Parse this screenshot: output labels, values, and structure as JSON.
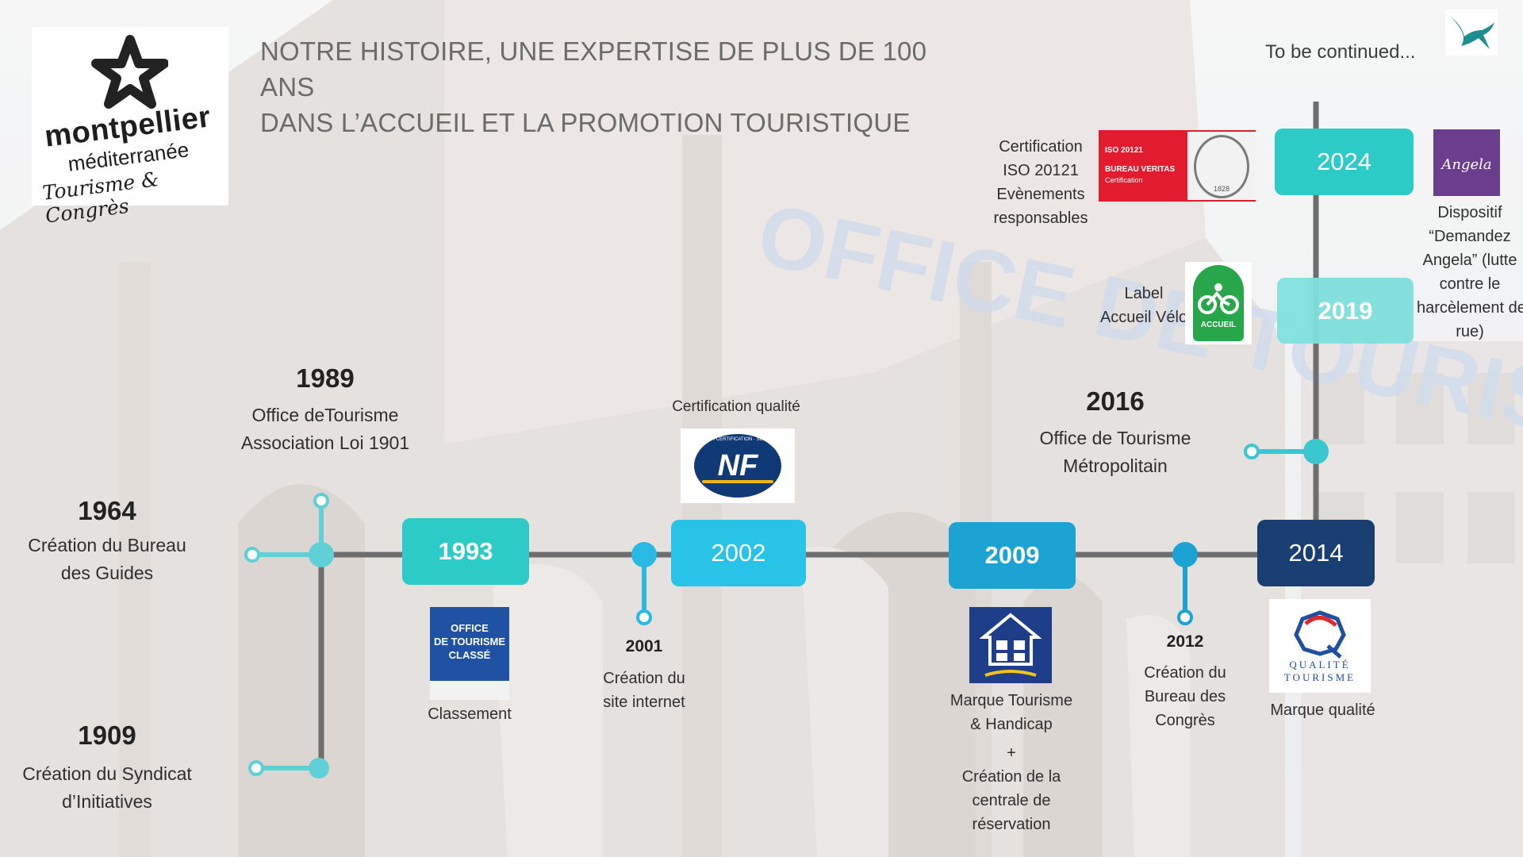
{
  "logo": {
    "line1": "montpellier",
    "line2": "méditerranée",
    "line3": "Tourisme & Congrès"
  },
  "title": {
    "line1": "NOTRE HISTOIRE, UNE EXPERTISE DE PLUS DE 100 ANS",
    "line2": "DANS L’ACCUEIL ET LA PROMOTION TOURISTIQUE"
  },
  "continued": "To be continued...",
  "background_sign": "OFFICE DE TOURISME",
  "timeline": {
    "y1909": {
      "year": "1909",
      "caption1": "Création du Syndicat",
      "caption2": "d’Initiatives"
    },
    "y1964": {
      "year": "1964",
      "caption1": "Création du Bureau",
      "caption2": "des Guides"
    },
    "y1989": {
      "year": "1989",
      "caption1": "Office deTourisme",
      "caption2": "Association Loi 1901"
    },
    "y1993": {
      "year": "1993",
      "caption": "Classement",
      "badge": {
        "l1": "OFFICE",
        "l2": "DE TOURISME",
        "l3": "CLASSÉ"
      }
    },
    "y2001": {
      "year": "2001",
      "caption1": "Création du",
      "caption2": "site internet"
    },
    "y2002": {
      "year": "2002",
      "caption": "Certification qualité",
      "badge": "NF",
      "badge_ring": "AFNOR CERTIFICATION · SERVICE"
    },
    "y2009": {
      "year": "2009",
      "caption1": "Marque Tourisme",
      "caption2": "& Handicap",
      "plus": "+",
      "caption3": "Création de la",
      "caption4": "centrale de",
      "caption5": "réservation"
    },
    "y2012": {
      "year": "2012",
      "caption1": "Création du",
      "caption2": "Bureau des",
      "caption3": "Congrès"
    },
    "y2014": {
      "year": "2014",
      "caption": "Marque  qualité",
      "badge1": "QUALITÉ",
      "badge2": "TOURISME"
    },
    "y2016": {
      "year": "2016",
      "caption1": "Office de Tourisme",
      "caption2": "Métropolitain"
    },
    "y2019": {
      "year": "2019",
      "caption1": "Label",
      "caption2": "Accueil Vélo",
      "badge": "ACCUEIL"
    },
    "y2024": {
      "year": "2024",
      "iso_caption": [
        "Certification",
        "ISO 20121",
        "Evènements",
        "responsables"
      ],
      "iso_badge": {
        "l1": "ISO 20121",
        "l2": "BUREAU VERITAS",
        "l3": "Certification",
        "seal": "1828"
      },
      "angela_caption": [
        "Dispositif",
        "“Demandez",
        "Angela” (lutte",
        "contre le",
        "harcèlement de",
        "rue)"
      ],
      "angela_badge": "Angela"
    }
  },
  "colors": {
    "teal": "#2ccbc7",
    "light_teal": "#7fe0dc",
    "cyan": "#29c3e8",
    "sky": "#1aa3d3",
    "navy": "#193e71",
    "line": "#7a7a7a",
    "connector": "#5fd0d5"
  }
}
